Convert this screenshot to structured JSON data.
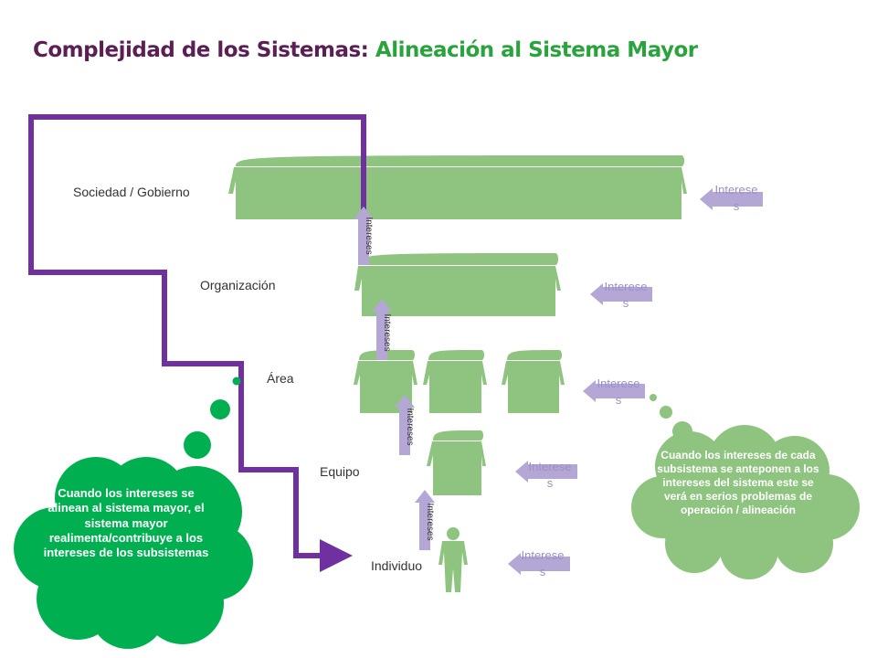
{
  "title": {
    "part1": "Complejidad de los Sistemas:",
    "part2": "Alineación al Sistema Mayor"
  },
  "levels": [
    {
      "label": "Sociedad / Gobierno"
    },
    {
      "label": "Organización"
    },
    {
      "label": "Área"
    },
    {
      "label": "Equipo"
    },
    {
      "label": "Individuo"
    }
  ],
  "up_arrow_label": "Intereses",
  "side_arrow_label": "Interese s",
  "bubbles": {
    "left": "Cuando los intereses se alinean al sistema mayor, el sistema mayor realimenta/contribuye a los intereses de los subsistemas",
    "right": "Cuando los intereses de cada subsistema se anteponen a los intereses del sistema este se verá en serios problemas de operación / alineación"
  },
  "colors": {
    "title_dark": "#5b1f55",
    "title_green": "#2aa33c",
    "people": "#8ec47f",
    "purple_line": "#7030a0",
    "arrow_fill": "#b4a7d6",
    "bubble_green": "#00b050"
  }
}
